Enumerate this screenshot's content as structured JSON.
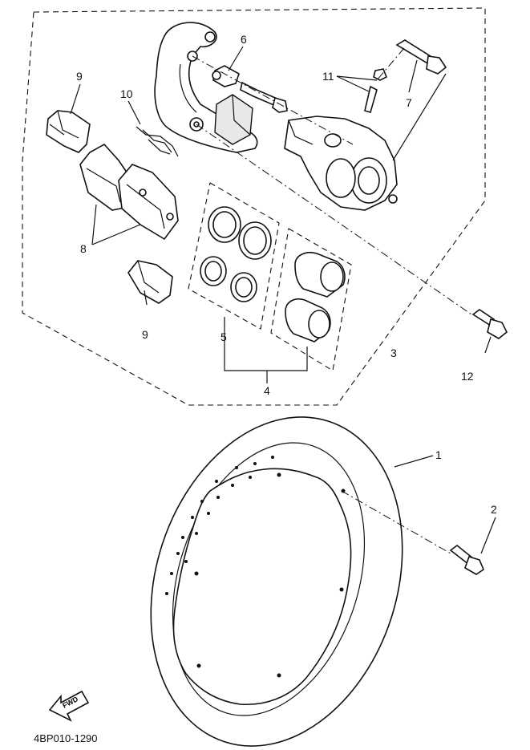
{
  "callouts": {
    "c1": "1",
    "c2": "2",
    "c3": "3",
    "c4": "4",
    "c5": "5",
    "c6": "6",
    "c7": "7",
    "c8": "8",
    "c9_top": "9",
    "c9_bottom": "9",
    "c10": "10",
    "c11": "11",
    "c12": "12"
  },
  "fwd_label": "FWD",
  "diagram_code": "4BP010-1290"
}
